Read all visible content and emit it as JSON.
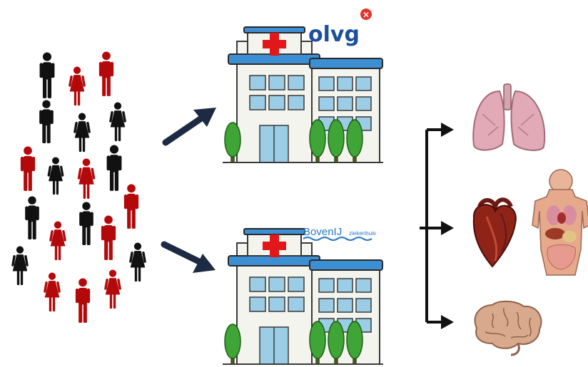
{
  "logos": {
    "hospital_top": "olvg",
    "hospital_bottom_main": "BovenIJ",
    "hospital_bottom_sub": "ziekenhuis"
  },
  "colors": {
    "person_male_red": "#b3090b",
    "person_black": "#111111",
    "arrow": "#1c2a44",
    "olvg_blue": "#1d4f9c",
    "olvg_badge": "#e5322d",
    "boven_blue": "#2a78c4",
    "hospital_roof": "#3d8fd4",
    "hospital_cross": "#e2171a"
  },
  "icons": {
    "people": "crowd-of-people-icons",
    "hospitals": [
      "hospital-building-icon",
      "hospital-building-icon"
    ],
    "organs": [
      "lungs-icon",
      "heart-icon",
      "torso-organs-icon",
      "brain-icon"
    ]
  },
  "crowd": {
    "people": [
      {
        "gender": "m",
        "color": "black"
      },
      {
        "gender": "f",
        "color": "red"
      },
      {
        "gender": "m",
        "color": "red"
      },
      {
        "gender": "m",
        "color": "black"
      },
      {
        "gender": "f",
        "color": "black"
      },
      {
        "gender": "f",
        "color": "black"
      },
      {
        "gender": "m",
        "color": "red"
      },
      {
        "gender": "f",
        "color": "black"
      },
      {
        "gender": "f",
        "color": "red"
      },
      {
        "gender": "m",
        "color": "black"
      },
      {
        "gender": "m",
        "color": "red"
      },
      {
        "gender": "m",
        "color": "black"
      },
      {
        "gender": "f",
        "color": "red"
      },
      {
        "gender": "m",
        "color": "black"
      },
      {
        "gender": "m",
        "color": "red"
      },
      {
        "gender": "f",
        "color": "black"
      },
      {
        "gender": "f",
        "color": "black"
      },
      {
        "gender": "f",
        "color": "red"
      },
      {
        "gender": "m",
        "color": "red"
      },
      {
        "gender": "f",
        "color": "red"
      }
    ]
  }
}
